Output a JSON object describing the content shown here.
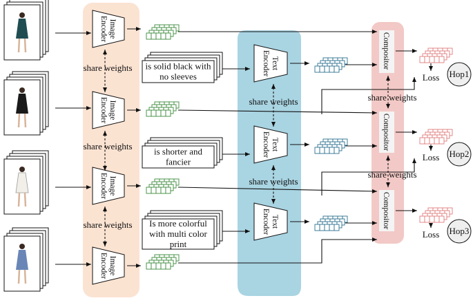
{
  "image_encoder": {
    "line1": "Image",
    "line2": "Encoder"
  },
  "text_encoder": {
    "line1": "Text",
    "line2": "Encoder"
  },
  "compositor": {
    "label": "Compositor"
  },
  "share_weights": "share weights",
  "loss": "Loss",
  "hops": [
    "Hop1",
    "Hop2",
    "Hop3"
  ],
  "captions": [
    [
      "is solid black with",
      "no sleeves"
    ],
    [
      "is shorter and",
      "fancier"
    ],
    [
      "Is more colorful",
      "with multi color",
      "print"
    ]
  ],
  "colors": {
    "image_panel": "#fbe3d2",
    "text_panel": "#a9d4e2",
    "compositor_panel": "#f2c9c6",
    "image_feature": "#3a8a3a",
    "text_feature": "#2b6f8f",
    "composed_feature": "#e07b7b"
  }
}
